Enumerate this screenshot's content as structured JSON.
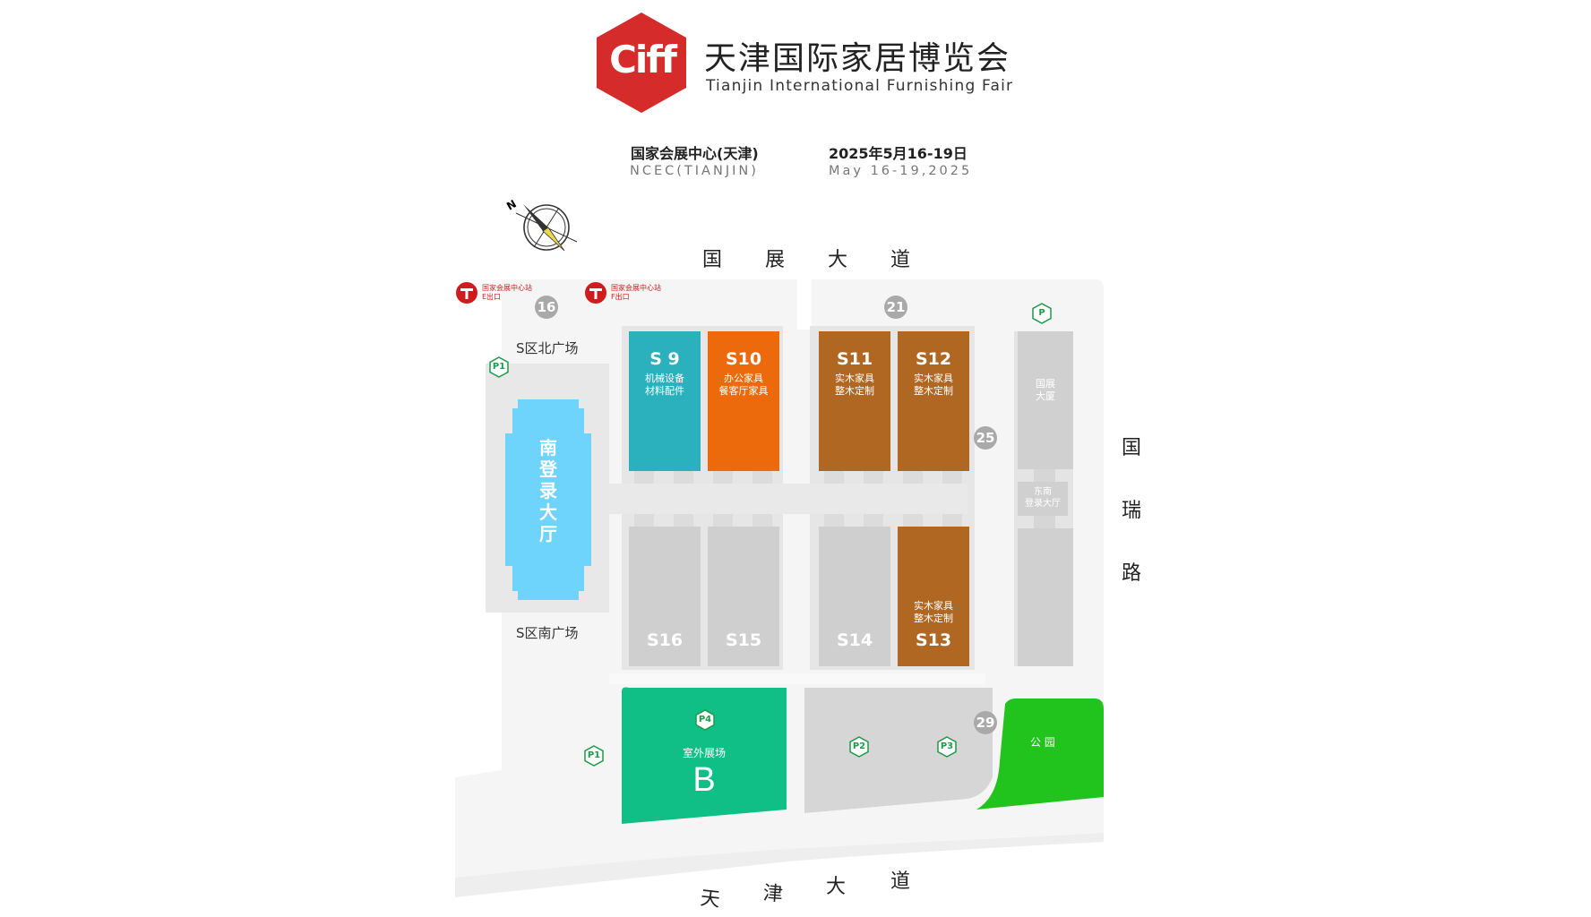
{
  "header": {
    "logo_text": "Ciff",
    "title_cn": "天津国际家居博览会",
    "title_en": "Tianjin International Furnishing Fair",
    "venue_cn": "国家会展中心(天津)",
    "venue_en": "NCEC(TIANJIN)",
    "date_cn": "2025年5月16-19日",
    "date_en": "May 16-19,2025"
  },
  "compass": {
    "letter": "N"
  },
  "roads": {
    "north": [
      "国",
      "展",
      "大",
      "道"
    ],
    "east": [
      "国",
      "瑞",
      "路"
    ],
    "south": [
      "天",
      "津",
      "大",
      "道"
    ]
  },
  "metro": [
    {
      "line1": "国家会展中心站",
      "line2": "E出口"
    },
    {
      "line1": "国家会展中心站",
      "line2": "F出口"
    }
  ],
  "gates": [
    "16",
    "21",
    "25",
    "29"
  ],
  "parking": [
    "P",
    "P1",
    "P1",
    "P2",
    "P3",
    "P4"
  ],
  "plazas": {
    "north": "S区北广场",
    "south": "S区南广场"
  },
  "lobbies": {
    "south": [
      "南",
      "登",
      "录",
      "大",
      "厅"
    ],
    "southeast_line1": "东南",
    "southeast_line2": "登录大厅",
    "tower_line1": "国展",
    "tower_line2": "大厦"
  },
  "halls": [
    {
      "code": "S 9",
      "desc1": "机械设备",
      "desc2": "材料配件",
      "color": "#2bb0bd"
    },
    {
      "code": "S10",
      "desc1": "办公家具",
      "desc2": "餐客厅家具",
      "color": "#ec6a0c"
    },
    {
      "code": "S11",
      "desc1": "实木家具",
      "desc2": "整木定制",
      "color": "#b06722"
    },
    {
      "code": "S12",
      "desc1": "实木家具",
      "desc2": "整木定制",
      "color": "#b06722"
    },
    {
      "code": "S16",
      "desc1": "",
      "desc2": "",
      "color": "#cfcfcf"
    },
    {
      "code": "S15",
      "desc1": "",
      "desc2": "",
      "color": "#cfcfcf"
    },
    {
      "code": "S14",
      "desc1": "",
      "desc2": "",
      "color": "#cfcfcf"
    },
    {
      "code": "S13",
      "desc1": "实木家具",
      "desc2": "整木定制",
      "color": "#b06722"
    }
  ],
  "outdoor": {
    "label": "室外展场",
    "code": "B",
    "color": "#10bf85"
  },
  "park": {
    "label": "公 园",
    "color": "#21c41d"
  },
  "colors": {
    "logo_red": "#d52b2b",
    "lobby_blue": "#6fd4fb",
    "metro_red": "#d01c1c",
    "parking_green": "#1e9a4a"
  }
}
